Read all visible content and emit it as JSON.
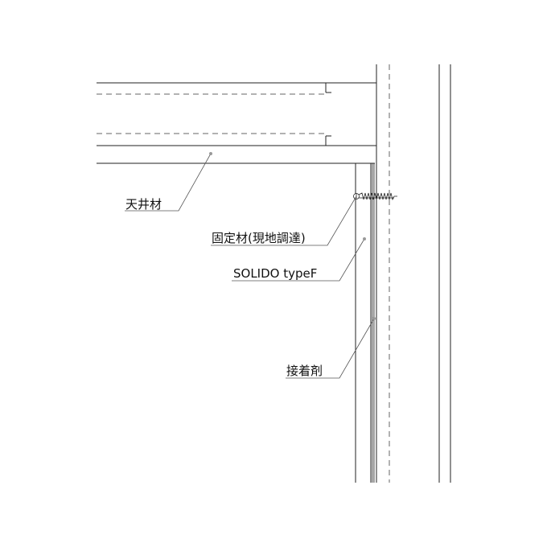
{
  "labels": {
    "ceiling": "天井材",
    "fixing": "固定材(現地調達)",
    "panel": "SOLIDO typeF",
    "adhesive": "接着剤"
  },
  "colors": {
    "line": "#222222",
    "hidden_line": "#666666",
    "leader": "#555555",
    "dot": "#999999"
  }
}
